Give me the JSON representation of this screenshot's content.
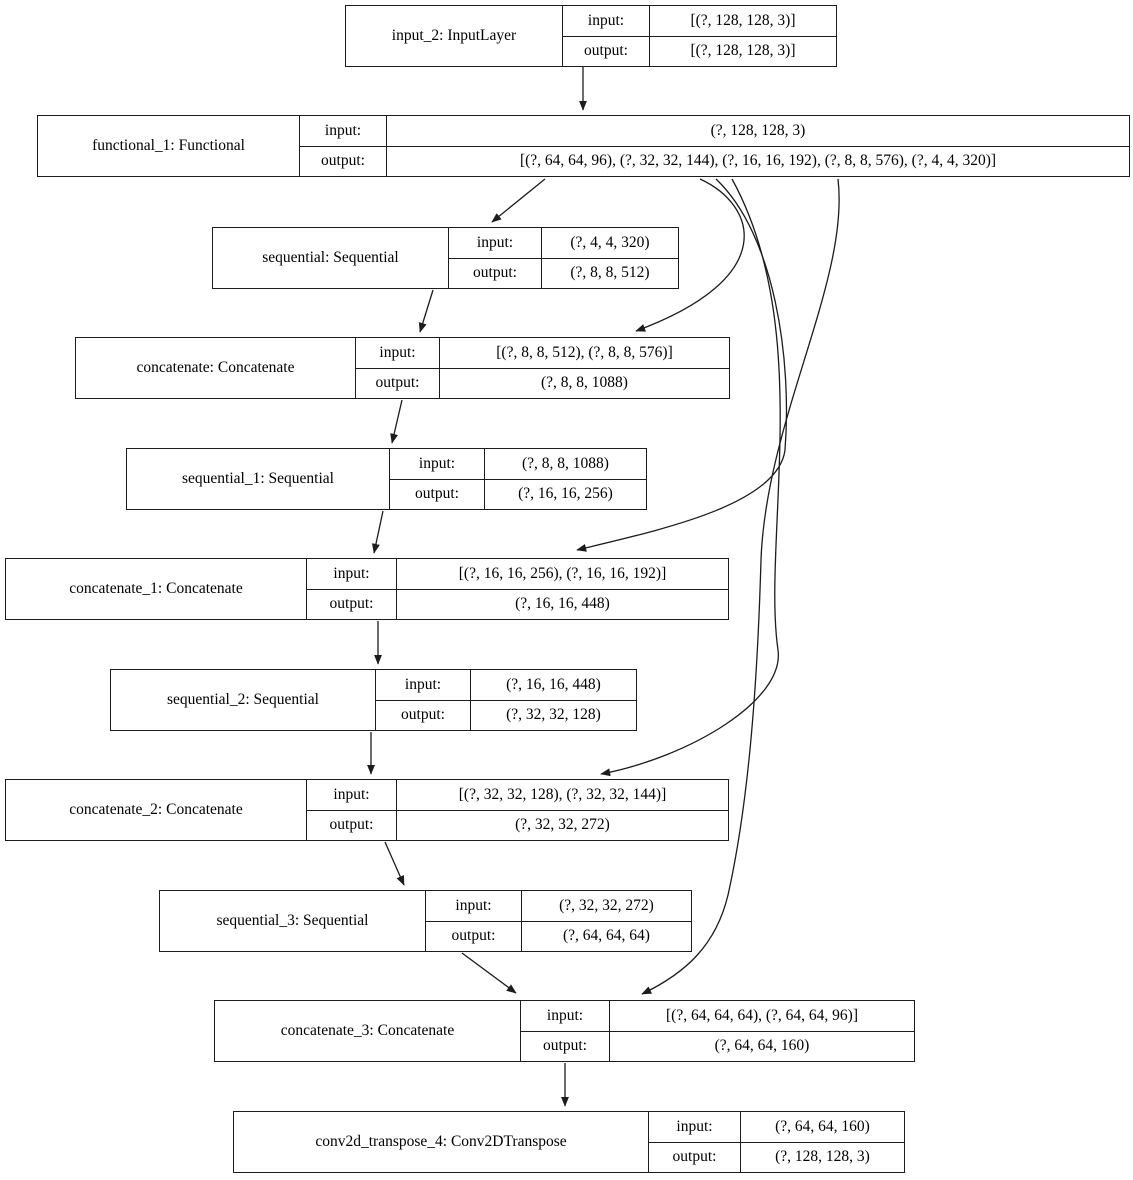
{
  "diagram": {
    "type": "keras-model-plot",
    "colors": {
      "line": "#1c1c1c",
      "background": "#ffffff",
      "text": "#000000"
    },
    "nodes": [
      {
        "id": "input_2",
        "title": "input_2: InputLayer",
        "rows": [
          {
            "label": "input:",
            "value": "[(?, 128, 128, 3)]"
          },
          {
            "label": "output:",
            "value": "[(?, 128, 128, 3)]"
          }
        ]
      },
      {
        "id": "functional_1",
        "title": "functional_1: Functional",
        "rows": [
          {
            "label": "input:",
            "value": "(?, 128, 128, 3)"
          },
          {
            "label": "output:",
            "value": "[(?, 64, 64, 96), (?, 32, 32, 144), (?, 16, 16, 192), (?, 8, 8, 576), (?, 4, 4, 320)]"
          }
        ]
      },
      {
        "id": "sequential",
        "title": "sequential: Sequential",
        "rows": [
          {
            "label": "input:",
            "value": "(?, 4, 4, 320)"
          },
          {
            "label": "output:",
            "value": "(?, 8, 8, 512)"
          }
        ]
      },
      {
        "id": "concatenate",
        "title": "concatenate: Concatenate",
        "rows": [
          {
            "label": "input:",
            "value": "[(?, 8, 8, 512), (?, 8, 8, 576)]"
          },
          {
            "label": "output:",
            "value": "(?, 8, 8, 1088)"
          }
        ]
      },
      {
        "id": "sequential_1",
        "title": "sequential_1: Sequential",
        "rows": [
          {
            "label": "input:",
            "value": "(?, 8, 8, 1088)"
          },
          {
            "label": "output:",
            "value": "(?, 16, 16, 256)"
          }
        ]
      },
      {
        "id": "concatenate_1",
        "title": "concatenate_1: Concatenate",
        "rows": [
          {
            "label": "input:",
            "value": "[(?, 16, 16, 256), (?, 16, 16, 192)]"
          },
          {
            "label": "output:",
            "value": "(?, 16, 16, 448)"
          }
        ]
      },
      {
        "id": "sequential_2",
        "title": "sequential_2: Sequential",
        "rows": [
          {
            "label": "input:",
            "value": "(?, 16, 16, 448)"
          },
          {
            "label": "output:",
            "value": "(?, 32, 32, 128)"
          }
        ]
      },
      {
        "id": "concatenate_2",
        "title": "concatenate_2: Concatenate",
        "rows": [
          {
            "label": "input:",
            "value": "[(?, 32, 32, 128), (?, 32, 32, 144)]"
          },
          {
            "label": "output:",
            "value": "(?, 32, 32, 272)"
          }
        ]
      },
      {
        "id": "sequential_3",
        "title": "sequential_3: Sequential",
        "rows": [
          {
            "label": "input:",
            "value": "(?, 32, 32, 272)"
          },
          {
            "label": "output:",
            "value": "(?, 64, 64, 64)"
          }
        ]
      },
      {
        "id": "concatenate_3",
        "title": "concatenate_3: Concatenate",
        "rows": [
          {
            "label": "input:",
            "value": "[(?, 64, 64, 64), (?, 64, 64, 96)]"
          },
          {
            "label": "output:",
            "value": "(?, 64, 64, 160)"
          }
        ]
      },
      {
        "id": "conv2d_transpose_4",
        "title": "conv2d_transpose_4: Conv2DTranspose",
        "rows": [
          {
            "label": "input:",
            "value": "(?, 64, 64, 160)"
          },
          {
            "label": "output:",
            "value": "(?, 128, 128, 3)"
          }
        ]
      }
    ],
    "edges": [
      {
        "from": "input_2",
        "to": "functional_1"
      },
      {
        "from": "functional_1",
        "to": "sequential"
      },
      {
        "from": "functional_1",
        "to": "concatenate"
      },
      {
        "from": "sequential",
        "to": "concatenate"
      },
      {
        "from": "concatenate",
        "to": "sequential_1"
      },
      {
        "from": "functional_1",
        "to": "concatenate_1"
      },
      {
        "from": "sequential_1",
        "to": "concatenate_1"
      },
      {
        "from": "concatenate_1",
        "to": "sequential_2"
      },
      {
        "from": "functional_1",
        "to": "concatenate_2"
      },
      {
        "from": "sequential_2",
        "to": "concatenate_2"
      },
      {
        "from": "concatenate_2",
        "to": "sequential_3"
      },
      {
        "from": "functional_1",
        "to": "concatenate_3"
      },
      {
        "from": "sequential_3",
        "to": "concatenate_3"
      },
      {
        "from": "concatenate_3",
        "to": "conv2d_transpose_4"
      }
    ]
  }
}
